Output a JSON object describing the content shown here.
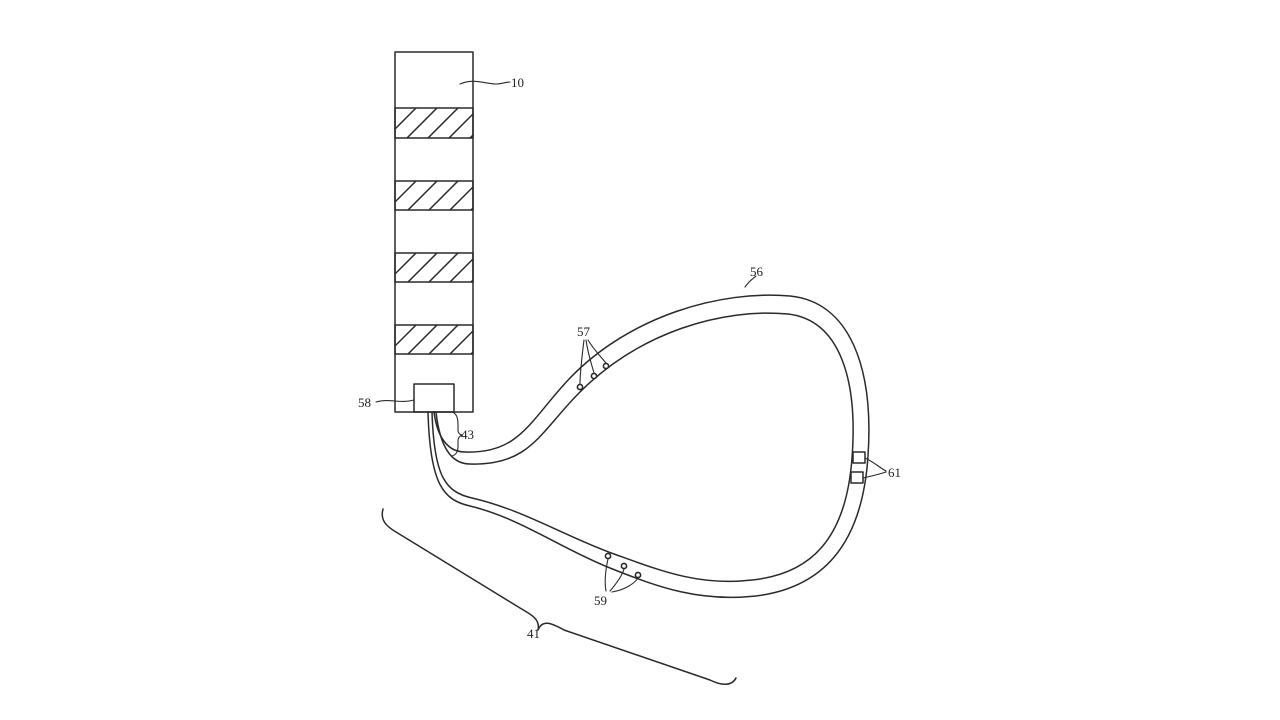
{
  "figure": {
    "labels": {
      "watch_body": "10",
      "module": "58",
      "module_gap": "43",
      "band": "56",
      "upper_sensors": "57",
      "lower_sensors": "59",
      "side_elements": "61",
      "band_assembly": "41"
    },
    "components": {
      "watch_body_stripes": 4,
      "upper_sensor_count": 3,
      "lower_sensor_count": 3,
      "side_element_count": 2
    },
    "colors": {
      "ink": "#2a2a2a",
      "paper": "#ffffff"
    }
  }
}
